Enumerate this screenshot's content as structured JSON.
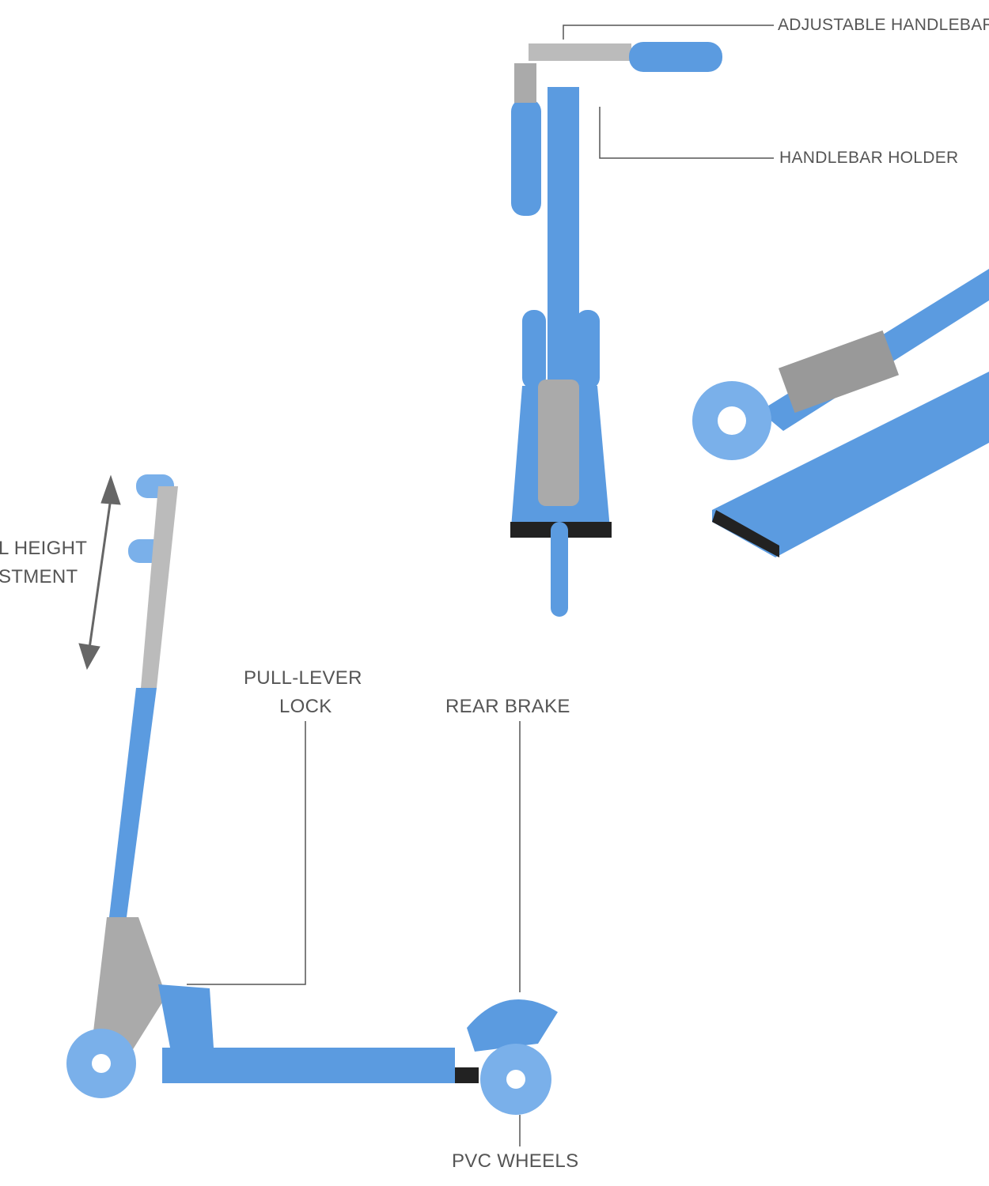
{
  "labels": {
    "adjustable_handlebar": "ADJUSTABLE HANDLEBAR",
    "handlebar_holder": "HANDLEBAR HOLDER",
    "height_adjustment_line1": "L HEIGHT",
    "height_adjustment_line2": "STMENT",
    "pull_lever_line1": "PULL-LEVER",
    "pull_lever_line2": "LOCK",
    "rear_brake": "REAR BRAKE",
    "pvc_wheels": "PVC WHEELS"
  },
  "colors": {
    "scooter_blue": "#5b9be0",
    "metal": "#a8a8a8",
    "label_text": "#555555"
  }
}
